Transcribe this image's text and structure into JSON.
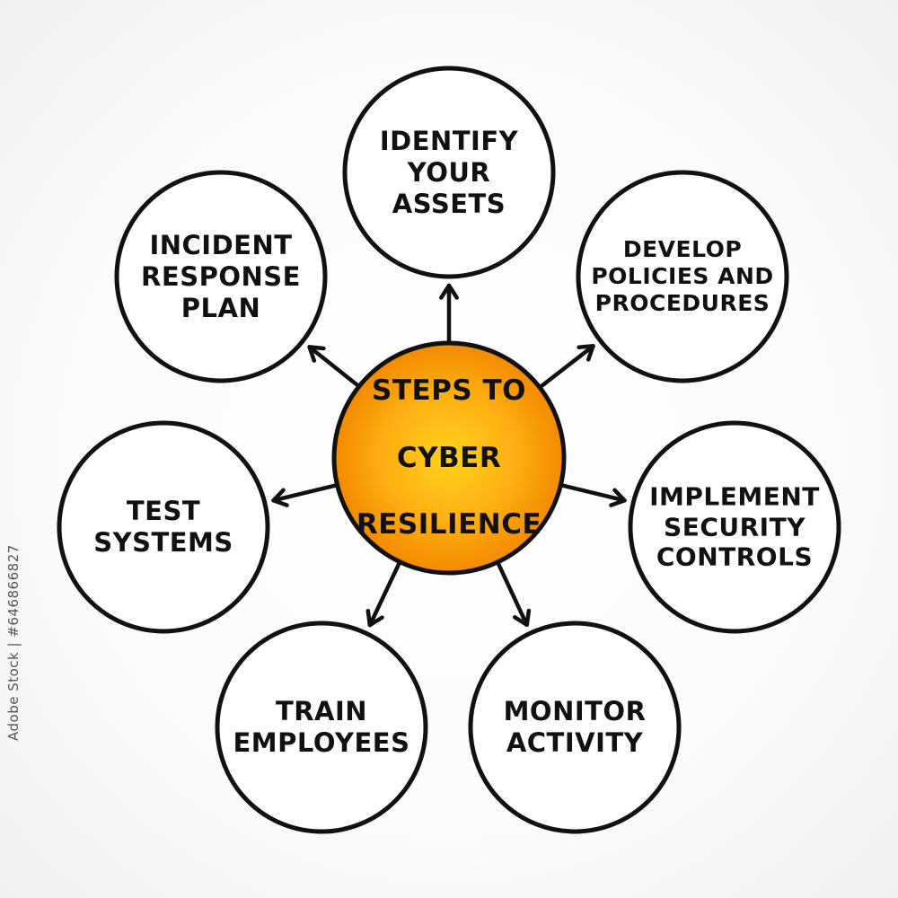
{
  "diagram": {
    "center": {
      "lines": [
        "STEPS TO",
        "CYBER",
        "RESILIENCE"
      ],
      "fill_inner": "#ffd21f",
      "fill_outer": "#f28a00"
    },
    "nodes": [
      {
        "id": "identify-assets",
        "lines": [
          "IDENTIFY",
          "YOUR",
          "ASSETS"
        ]
      },
      {
        "id": "develop-policies",
        "lines": [
          "DEVELOP",
          "POLICIES AND",
          "PROCEDURES"
        ]
      },
      {
        "id": "implement-controls",
        "lines": [
          "IMPLEMENT",
          "SECURITY",
          "CONTROLS"
        ]
      },
      {
        "id": "monitor-activity",
        "lines": [
          "MONITOR",
          "ACTIVITY"
        ]
      },
      {
        "id": "train-employees",
        "lines": [
          "TRAIN",
          "EMPLOYEES"
        ]
      },
      {
        "id": "test-systems",
        "lines": [
          "TEST",
          "SYSTEMS"
        ]
      },
      {
        "id": "incident-response",
        "lines": [
          "INCIDENT",
          "RESPONSE",
          "PLAN"
        ]
      }
    ],
    "stroke_color": "#111111"
  },
  "watermark": {
    "text": "Adobe Stock | #646866827"
  }
}
